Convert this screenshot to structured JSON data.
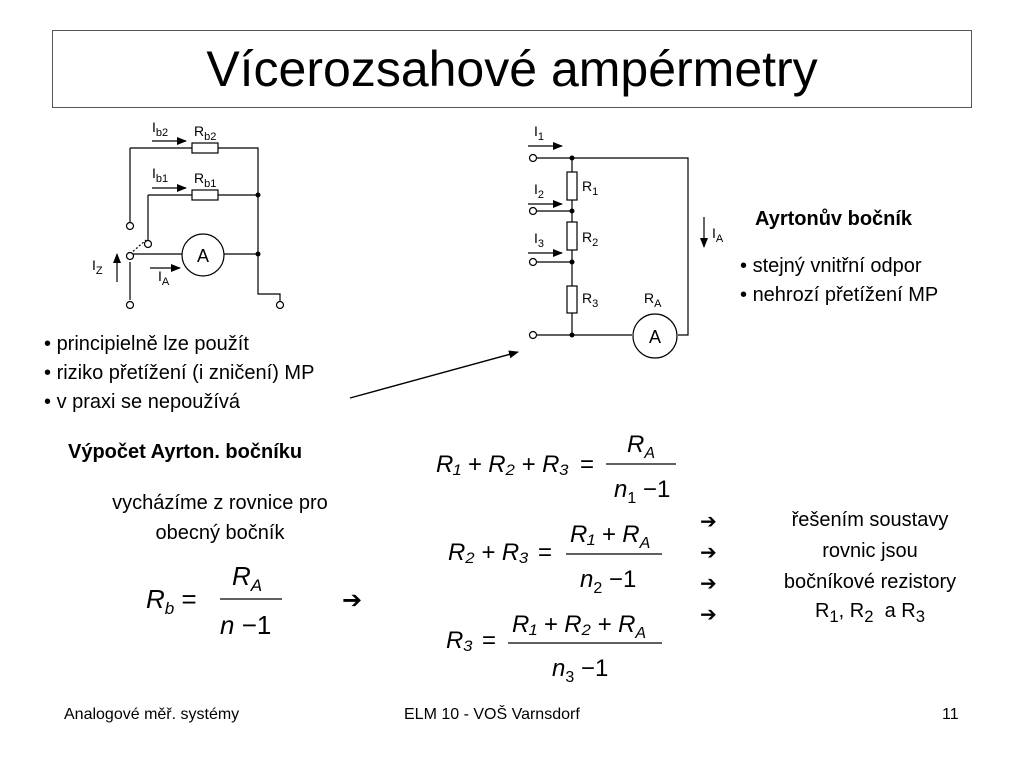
{
  "title": "Vícerozsahové ampérmetry",
  "circuit_left": {
    "labels": {
      "ib2": "I",
      "ib2_sub": "b2",
      "rb2": "R",
      "rb2_sub": "b2",
      "ib1": "I",
      "ib1_sub": "b1",
      "rb1": "R",
      "rb1_sub": "b1",
      "iz": "I",
      "iz_sub": "Z",
      "ia": "I",
      "ia_sub": "A",
      "meter": "A"
    }
  },
  "circuit_right": {
    "labels": {
      "i1": "I",
      "i1_sub": "1",
      "i2": "I",
      "i2_sub": "2",
      "i3": "I",
      "i3_sub": "3",
      "r1": "R",
      "r1_sub": "1",
      "r2": "R",
      "r2_sub": "2",
      "r3": "R",
      "r3_sub": "3",
      "ra": "R",
      "ra_sub": "A",
      "ia": "I",
      "ia_sub": "A",
      "meter": "A"
    }
  },
  "left_bullets": [
    "principielně lze použít",
    "riziko přetížení (i zničení) MP",
    "v praxi se nepoužívá"
  ],
  "ayrton": {
    "heading": "Ayrtonův bočník",
    "bullets": [
      "stejný vnitřní odpor",
      "nehrozí přetížení MP"
    ]
  },
  "calc": {
    "heading": "Výpočet Ayrton. bočníku",
    "intro_line1": "vycházíme z rovnice pro",
    "intro_line2": "obecný bočník"
  },
  "formulas": {
    "general": {
      "lhs": "R",
      "lhs_sub": "b",
      "num": "R",
      "num_sub": "A",
      "den": "n",
      "minus_one": "1"
    },
    "eq1": {
      "lhs": "R₁ + R₂ + R₃",
      "num": "R",
      "num_sub": "A",
      "den": "n",
      "den_sub": "1"
    },
    "eq2": {
      "lhs": "R₂ + R₃",
      "num": "R₁ + R",
      "num_sub": "A",
      "den": "n",
      "den_sub": "2"
    },
    "eq3": {
      "lhs": "R₃",
      "num": "R₁ + R₂ + R",
      "num_sub": "A",
      "den": "n",
      "den_sub": "3"
    }
  },
  "result": {
    "lines": [
      "řešením soustavy",
      "rovnic jsou",
      "bočníkové rezistory"
    ],
    "last": {
      "r": "R",
      "s1": "1",
      "sep": ", ",
      "s2": "2",
      "a": "  a R",
      "s3": "3"
    }
  },
  "footer": {
    "left": "Analogové měř. systémy",
    "center": "ELM 10 - VOŠ Varnsdorf",
    "right": "11"
  }
}
